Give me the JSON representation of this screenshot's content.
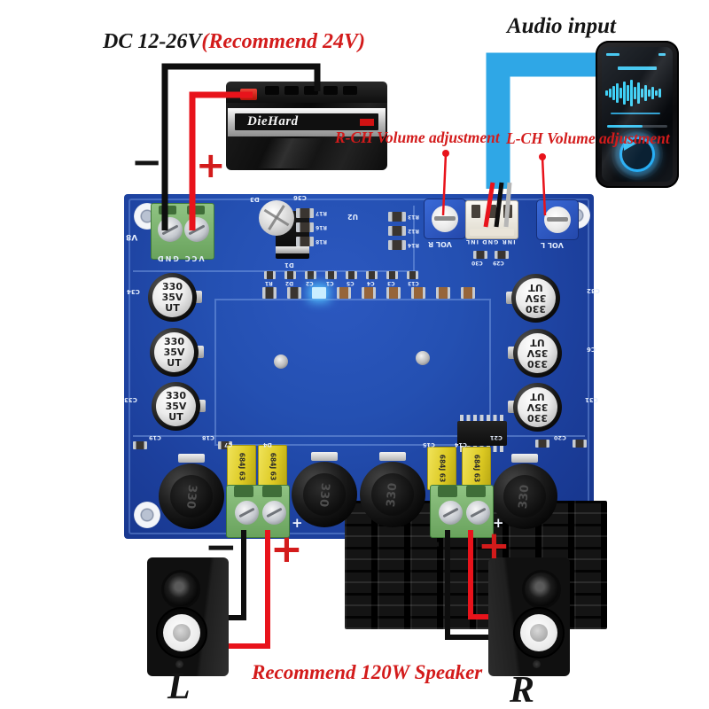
{
  "colors": {
    "wire_black": "#0e0e0e",
    "wire_red": "#e8131b",
    "wire_grey": "#b6b6b6",
    "cable_blue": "#2fa7e6",
    "pointer_red": "#e8131b",
    "label_red": "#d31b1b",
    "text_black": "#141414",
    "board_blue": "#1e44a2",
    "trace_blue": "#86a9e8",
    "terminal_green": "#7bb26d",
    "film_yellow": "#e8d532",
    "pot_blue": "#2f5ecb",
    "led_cyan": "#8fdcff"
  },
  "annotations": {
    "dc_label_black": "DC 12-26V",
    "dc_label_red": "(Recommend 24V)",
    "audio_input": "Audio input",
    "rch_label": "R-CH Volume adjustment",
    "lch_label": "L-CH Volume adjustment",
    "recommend_label": "Recommend 120W Speaker",
    "speaker_left": "L",
    "speaker_right": "R",
    "battery_minus": "−",
    "battery_plus": "+",
    "left_out_minus": "−",
    "left_out_plus": "+",
    "right_out_minus": "−",
    "right_out_plus": "+"
  },
  "battery": {
    "brand": "DieHard"
  },
  "board": {
    "silk": {
      "v8": "V8",
      "power_terminal": "VCC GND",
      "d1": "D1",
      "d3": "D3",
      "c36": "C36",
      "u2": "U2",
      "vol_r": "VOL R",
      "vol_l": "VOL L",
      "audio_conn": "INR GND INL",
      "c30": "C30",
      "c29": "C29",
      "c34": "C34",
      "c33": "C33",
      "c32": "C32",
      "c6": "C6",
      "c31": "C31",
      "c19": "C19",
      "c18": "C18",
      "c7": "C7",
      "d4": "D4",
      "c15": "C15",
      "c14": "C14",
      "c21": "C21",
      "c20": "C20",
      "plus_mark": "+",
      "r_left": [
        "R17",
        "R16",
        "R18"
      ],
      "r_right": [
        "R13",
        "R12",
        "R14"
      ],
      "row_refs": [
        "R1",
        "D2",
        "C2",
        "C1",
        "C5",
        "C4",
        "C3",
        "C13"
      ]
    },
    "ecap_lines": [
      "330",
      "35V",
      "UT"
    ],
    "inductor_value": "330",
    "film_cap_text": "684J 63"
  }
}
